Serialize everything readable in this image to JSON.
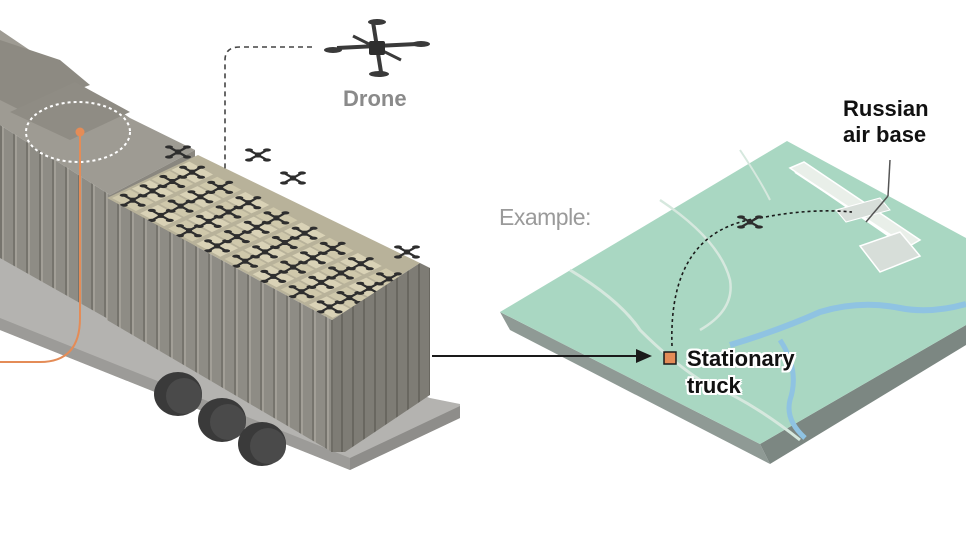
{
  "labels": {
    "drone": "Drone",
    "example": "Example:",
    "air_base_line1": "Russian",
    "air_base_line2": "air base",
    "truck_line1": "Stationary",
    "truck_line2": "truck"
  },
  "icons": [
    "drone-icon",
    "wheel-icon",
    "truck-marker-icon"
  ],
  "colors": {
    "container_front": "#8e8c85",
    "container_top": "#9d9a92",
    "container_side": "#7b7972",
    "trailer_bed": "#b4b3b0",
    "wheel": "#3f3f3f",
    "drone_cell": "#d4cdb0",
    "map_land": "#a9d7c2",
    "map_river": "#8fc3e2",
    "map_road": "#d9e8df",
    "map_edge": "#8f9a95",
    "accent_orange": "#e48c57",
    "leader_line": "#555555",
    "label_dark": "#111111",
    "label_gray": "#8a8a8a"
  }
}
